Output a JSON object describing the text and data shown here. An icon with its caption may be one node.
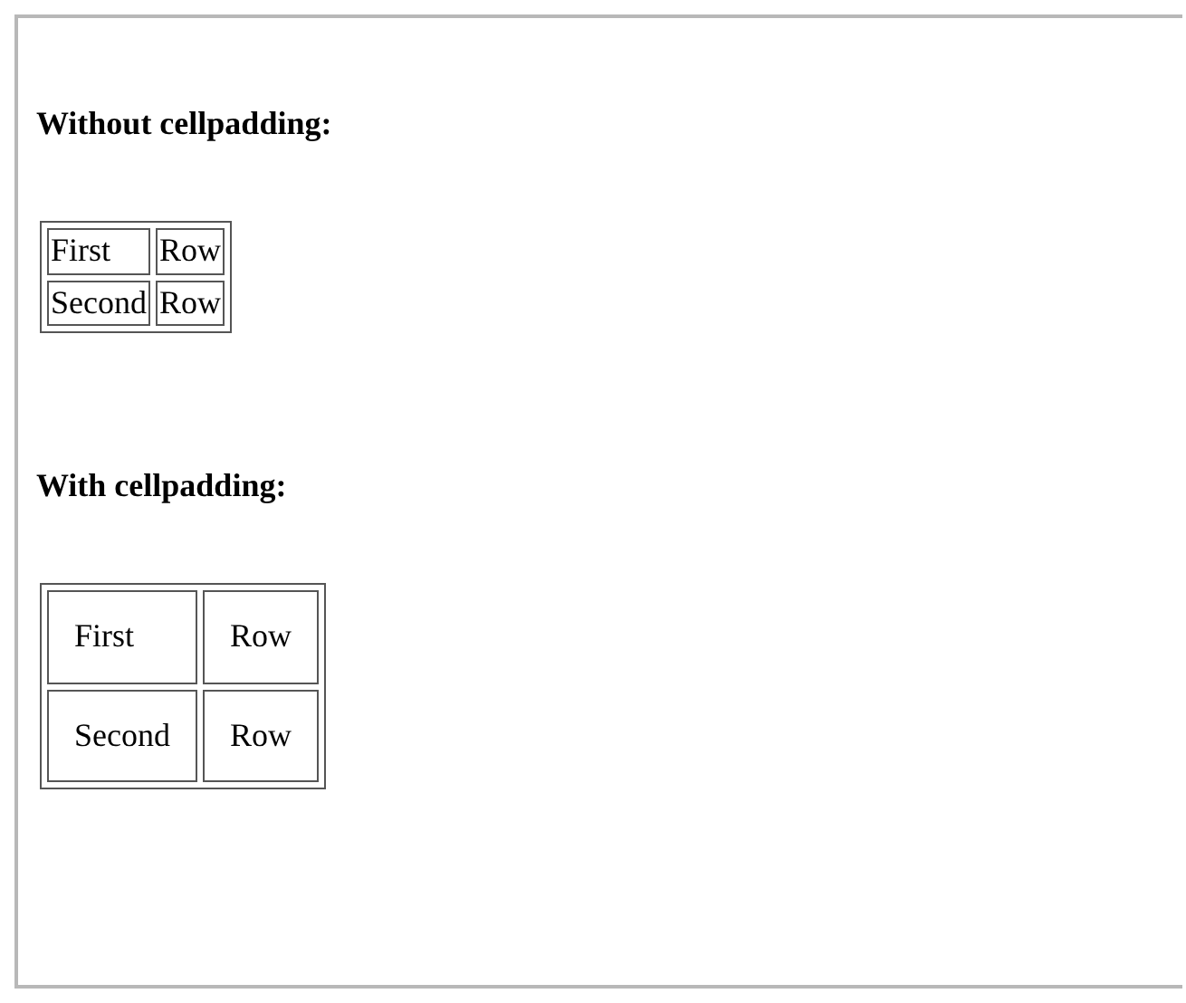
{
  "diagram": {
    "labels": [
      "Without cellpadding:",
      "First",
      "Row",
      "Second",
      "Row",
      "With cellpadding:",
      "First",
      "Row",
      "Second",
      "Row"
    ]
  }
}
